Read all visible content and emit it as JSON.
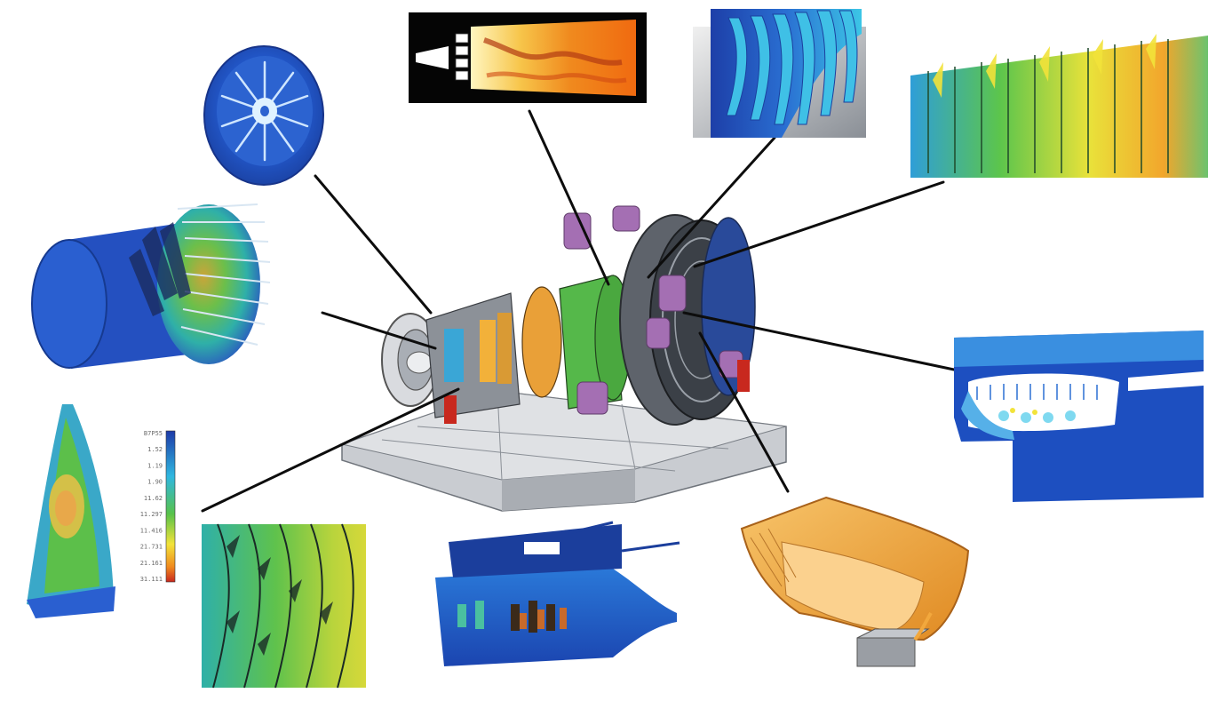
{
  "colors": {
    "background": "#ffffff",
    "leader_line": "#0d0d0d",
    "cfd_blue": "#1f4fb8",
    "cfd_cyan": "#2fb7e0",
    "cfd_green": "#58c24a",
    "cfd_yellow": "#f2e33a",
    "cfd_orange": "#f08a1e",
    "cfd_red": "#c8281e",
    "casing_orange": "#f3a83d",
    "frame_gray": "#b8bcc2",
    "purple_part": "#a46fb3"
  },
  "legend": {
    "ticks": [
      "B7P55",
      "1.52",
      "1.19",
      "1.90",
      "11.62",
      "11.297",
      "11.416",
      "21.731",
      "21.161",
      "31.111"
    ]
  }
}
